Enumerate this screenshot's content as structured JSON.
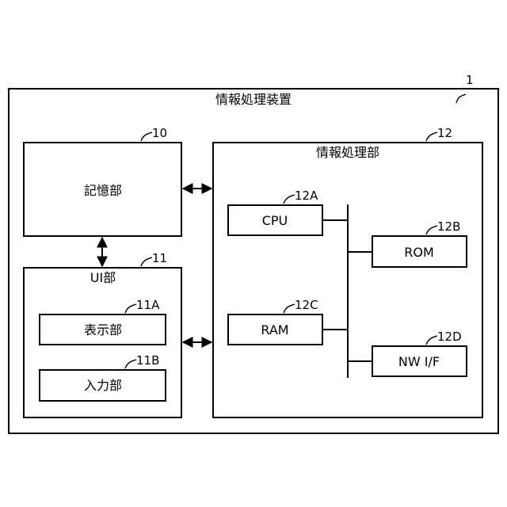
{
  "diagram": {
    "device": {
      "title": "情報処理装置",
      "ref": "1"
    },
    "storage": {
      "label": "記憶部",
      "ref": "10"
    },
    "ui": {
      "label": "UI部",
      "ref": "11",
      "display": {
        "label": "表示部",
        "ref": "11A"
      },
      "input": {
        "label": "入力部",
        "ref": "11B"
      }
    },
    "processor": {
      "label": "情報処理部",
      "ref": "12",
      "cpu": {
        "label": "CPU",
        "ref": "12A"
      },
      "rom": {
        "label": "ROM",
        "ref": "12B"
      },
      "ram": {
        "label": "RAM",
        "ref": "12C"
      },
      "nwif": {
        "label": "NW I/F",
        "ref": "12D"
      }
    }
  }
}
